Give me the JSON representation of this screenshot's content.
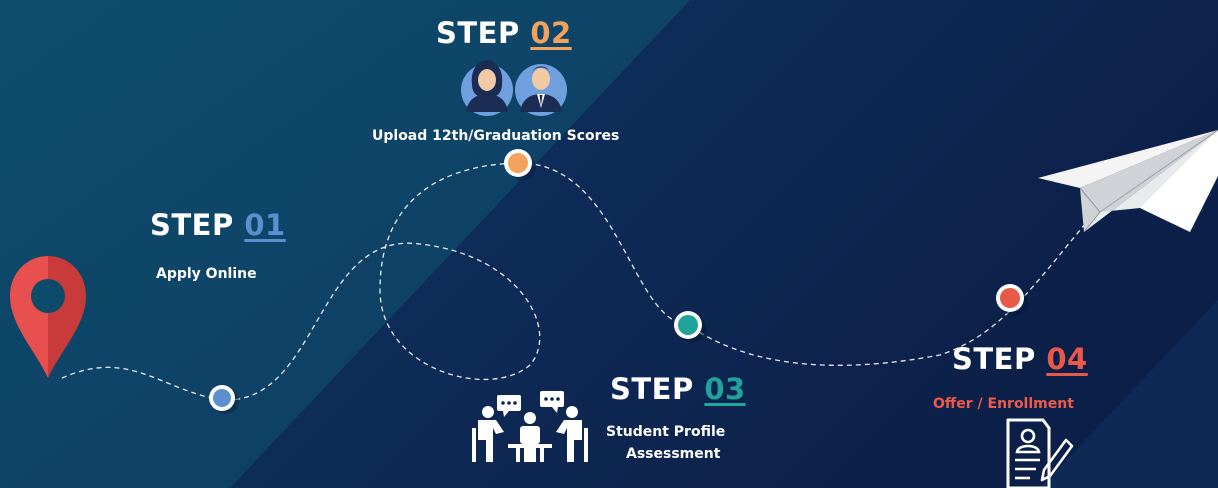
{
  "colors": {
    "background_dark": "#0d2452",
    "background_teal": "#0e4a6a",
    "step1_accent": "#5b8fd0",
    "step2_accent": "#f2a25b",
    "step3_accent": "#1fa39a",
    "step4_accent": "#e8594a"
  },
  "steps": [
    {
      "title": "STEP",
      "number": "01",
      "description": "Apply Online",
      "icon": "location-pin-icon"
    },
    {
      "title": "STEP",
      "number": "02",
      "description": "Upload 12th/Graduation Scores",
      "icon": "students-avatar-icon"
    },
    {
      "title": "STEP",
      "number": "03",
      "description_lines": [
        "Student Profile",
        "Assessment"
      ],
      "icon": "discussion-meeting-icon"
    },
    {
      "title": "STEP",
      "number": "04",
      "description": "Offer / Enrollment",
      "icon": "document-sign-icon"
    }
  ],
  "decorations": {
    "end_icon": "paper-plane-icon"
  }
}
